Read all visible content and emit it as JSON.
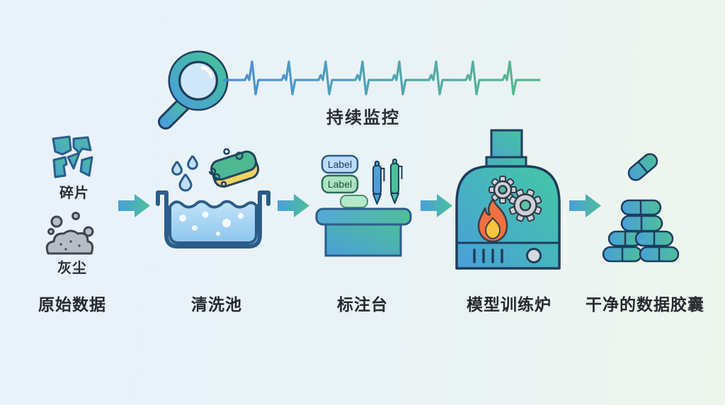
{
  "background": {
    "gradient_left": "#e9f1fb",
    "gradient_right": "#eef6ee"
  },
  "monitor": {
    "label": "持续监控",
    "icon": "magnifier-icon",
    "pulse_icon": "ecg-pulse-line",
    "pulse_color_start": "#4a90d9",
    "pulse_color_end": "#55b98c"
  },
  "pipeline": {
    "arrow_icon": "flow-arrow-icon",
    "arrow_color_start": "#4a9fd8",
    "arrow_color_end": "#4dbf9a",
    "outline_color": "#2b5d8a",
    "stages": [
      {
        "name": "raw-data",
        "label": "原始数据",
        "items": [
          {
            "icon": "fragments-icon",
            "label": "碎片"
          },
          {
            "icon": "dust-icon",
            "label": "灰尘"
          }
        ]
      },
      {
        "name": "cleaning-pool",
        "label": "清洗池",
        "icon": "wash-basin-icon",
        "detail_icons": [
          "water-drops-icon",
          "sponge-icon",
          "bubbles-icon"
        ]
      },
      {
        "name": "labeling-station",
        "label": "标注台",
        "icon": "labeling-table-icon",
        "detail_icons": [
          "pen-icon",
          "pen-icon"
        ],
        "tags": [
          {
            "text": "Label",
            "fill": "#bcdcf5",
            "border": "#2b5d8a"
          },
          {
            "text": "Label",
            "fill": "#abe3c0",
            "border": "#2f6e57"
          }
        ]
      },
      {
        "name": "training-furnace",
        "label": "模型训练炉",
        "icon": "furnace-icon",
        "detail_icons": [
          "flame-icon",
          "gear-icon",
          "gear-icon"
        ],
        "flame_color": "#f1703f",
        "flame_core_color": "#f9c43e"
      },
      {
        "name": "clean-capsules",
        "label": "干净的数据胶囊",
        "icon": "capsules-icon",
        "capsule_count": 7
      }
    ]
  }
}
